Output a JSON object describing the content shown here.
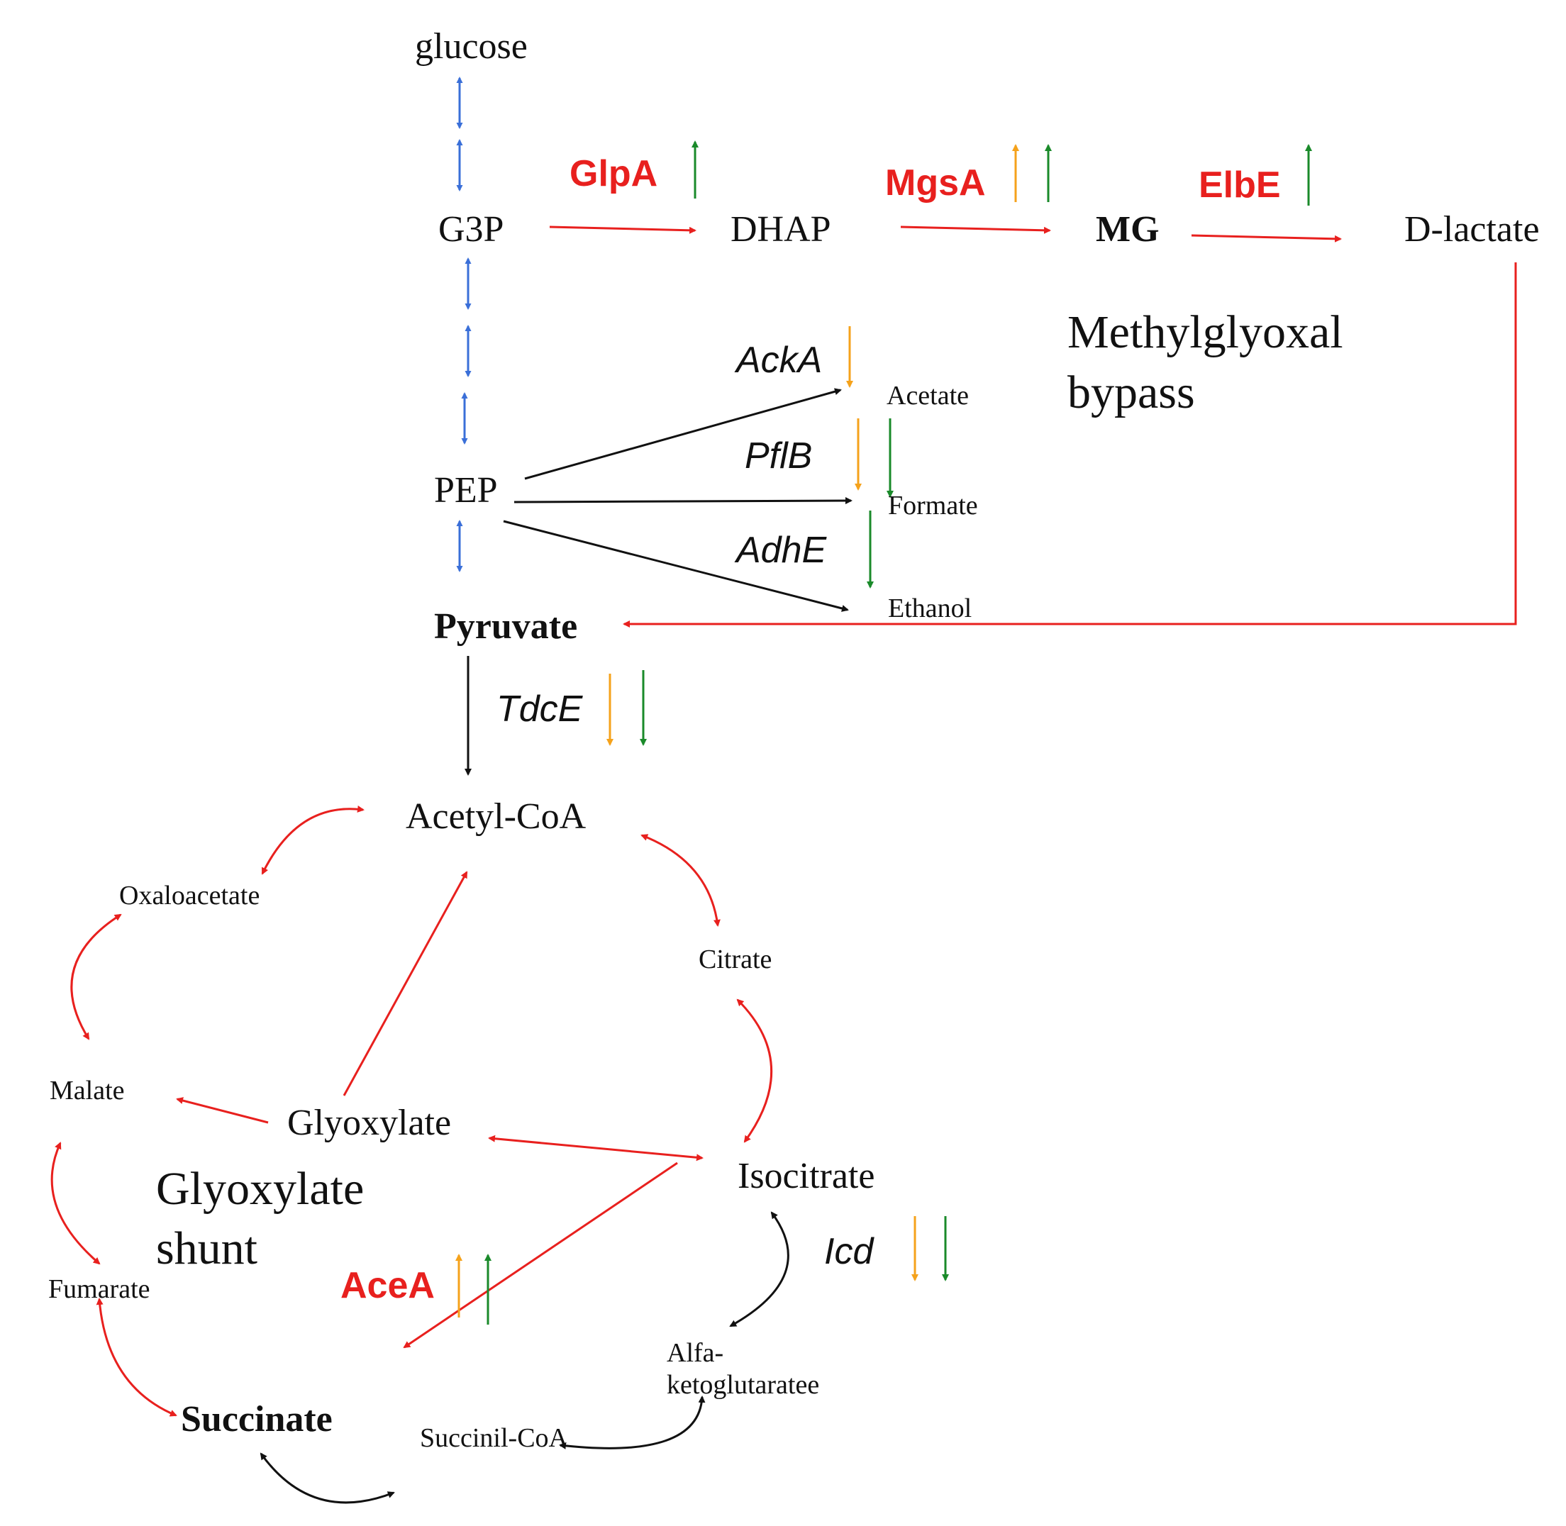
{
  "metabolites": {
    "glucose": "glucose",
    "g3p": "G3P",
    "dhap": "DHAP",
    "mg": "MG",
    "dlactate": "D-lactate",
    "pep": "PEP",
    "acetate": "Acetate",
    "formate": "Formate",
    "ethanol": "Ethanol",
    "pyruvate": "Pyruvate",
    "acetyl_coa": "Acetyl-CoA",
    "oxaloacetate": "Oxaloacetate",
    "citrate": "Citrate",
    "malate": "Malate",
    "glyoxylate": "Glyoxylate",
    "isocitrate": "Isocitrate",
    "fumarate": "Fumarate",
    "alfa_line1": "Alfa-",
    "alfa_line2": "ketoglutaratee",
    "succinate": "Succinate",
    "succinil_coa": "Succinil-CoA"
  },
  "enzymes": {
    "glpa": "GlpA",
    "mgsa": "MgsA",
    "elbe": "ElbE",
    "acka": "AckA",
    "pflb": "PflB",
    "adhe": "AdhE",
    "tdce": "TdcE",
    "acea": "AceA",
    "icd": "Icd"
  },
  "pathway_labels": {
    "methylglyoxal_line1": "Methylglyoxal",
    "methylglyoxal_line2": "bypass",
    "glyoxylate_line1": "Glyoxylate",
    "glyoxylate_line2": "shunt"
  },
  "colors": {
    "red": "#e8201e",
    "blue": "#3a6fd8",
    "black": "#111111",
    "orange": "#f5a21b",
    "green": "#1a8a2a"
  },
  "regulation_arrows": {
    "glpa": [
      "up-green"
    ],
    "mgsa": [
      "up-orange",
      "up-green"
    ],
    "elbe": [
      "up-green"
    ],
    "acka": [
      "down-orange"
    ],
    "pflb": [
      "down-orange",
      "down-green"
    ],
    "adhe": [
      "down-green"
    ],
    "tdce": [
      "down-orange",
      "down-green"
    ],
    "acea": [
      "up-orange",
      "up-green"
    ],
    "icd": [
      "down-orange",
      "down-green"
    ]
  }
}
